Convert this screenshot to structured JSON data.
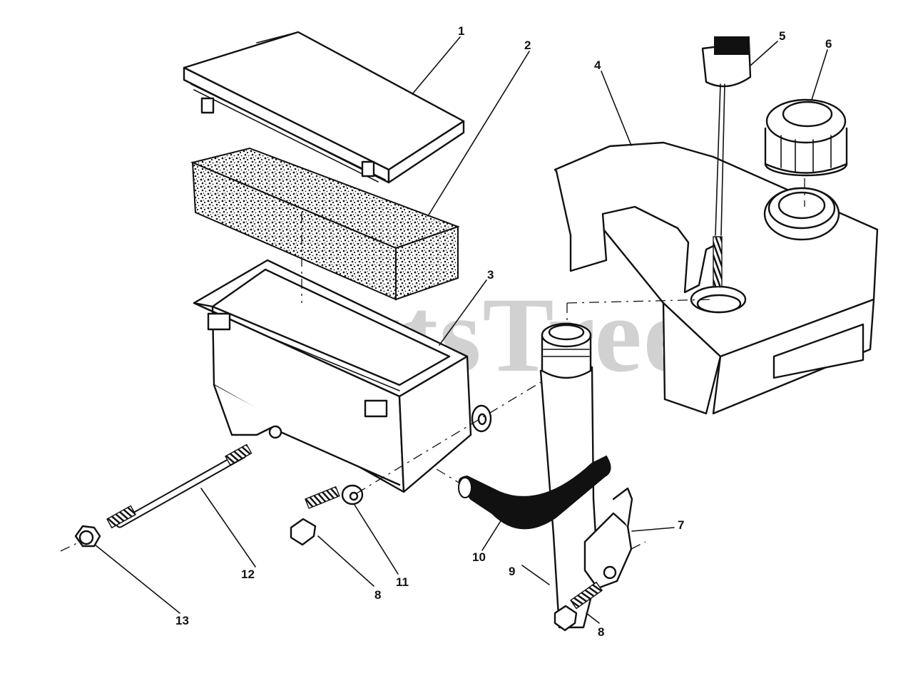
{
  "watermark": "PartsTree",
  "callouts": {
    "c1": "1",
    "c2": "2",
    "c3": "3",
    "c4": "4",
    "c5": "5",
    "c6": "6",
    "c7": "7",
    "c8a": "8",
    "c8b": "8",
    "c9": "9",
    "c10": "10",
    "c11": "11",
    "c12": "12",
    "c13": "13"
  },
  "colors": {
    "line": "#111111",
    "watermark": "#9a9a9a",
    "background": "#ffffff"
  }
}
